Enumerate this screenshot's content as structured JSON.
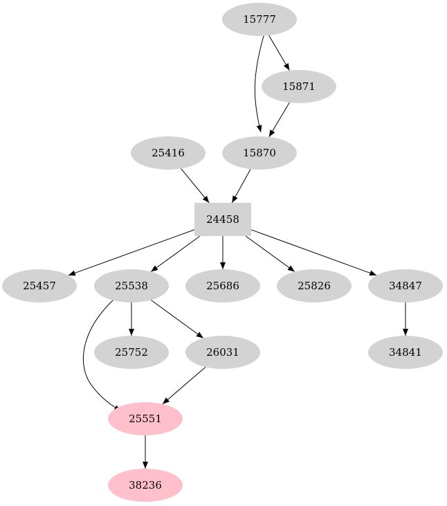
{
  "diagram": {
    "type": "directed-graph",
    "colors": {
      "default_fill": "#d3d3d3",
      "highlight_fill": "#ffc0cb",
      "edge": "#000000"
    },
    "nodes": [
      {
        "id": "15777",
        "label": "15777",
        "shape": "ellipse",
        "fill": "#d3d3d3"
      },
      {
        "id": "15871",
        "label": "15871",
        "shape": "ellipse",
        "fill": "#d3d3d3"
      },
      {
        "id": "25416",
        "label": "25416",
        "shape": "ellipse",
        "fill": "#d3d3d3"
      },
      {
        "id": "15870",
        "label": "15870",
        "shape": "ellipse",
        "fill": "#d3d3d3"
      },
      {
        "id": "24458",
        "label": "24458",
        "shape": "box",
        "fill": "#d3d3d3"
      },
      {
        "id": "25457",
        "label": "25457",
        "shape": "ellipse",
        "fill": "#d3d3d3"
      },
      {
        "id": "25538",
        "label": "25538",
        "shape": "ellipse",
        "fill": "#d3d3d3"
      },
      {
        "id": "25686",
        "label": "25686",
        "shape": "ellipse",
        "fill": "#d3d3d3"
      },
      {
        "id": "25826",
        "label": "25826",
        "shape": "ellipse",
        "fill": "#d3d3d3"
      },
      {
        "id": "34847",
        "label": "34847",
        "shape": "ellipse",
        "fill": "#d3d3d3"
      },
      {
        "id": "25752",
        "label": "25752",
        "shape": "ellipse",
        "fill": "#d3d3d3"
      },
      {
        "id": "26031",
        "label": "26031",
        "shape": "ellipse",
        "fill": "#d3d3d3"
      },
      {
        "id": "34841",
        "label": "34841",
        "shape": "ellipse",
        "fill": "#d3d3d3"
      },
      {
        "id": "25551",
        "label": "25551",
        "shape": "ellipse",
        "fill": "#ffc0cb"
      },
      {
        "id": "38236",
        "label": "38236",
        "shape": "ellipse",
        "fill": "#ffc0cb"
      }
    ],
    "edges": [
      {
        "from": "15777",
        "to": "15871"
      },
      {
        "from": "15777",
        "to": "15870"
      },
      {
        "from": "15871",
        "to": "15870"
      },
      {
        "from": "25416",
        "to": "24458"
      },
      {
        "from": "15870",
        "to": "24458"
      },
      {
        "from": "24458",
        "to": "25457"
      },
      {
        "from": "24458",
        "to": "25538"
      },
      {
        "from": "24458",
        "to": "25686"
      },
      {
        "from": "24458",
        "to": "25826"
      },
      {
        "from": "24458",
        "to": "34847"
      },
      {
        "from": "25538",
        "to": "25752"
      },
      {
        "from": "25538",
        "to": "26031"
      },
      {
        "from": "25538",
        "to": "25551"
      },
      {
        "from": "26031",
        "to": "25551"
      },
      {
        "from": "34847",
        "to": "34841"
      },
      {
        "from": "25551",
        "to": "38236"
      }
    ]
  }
}
